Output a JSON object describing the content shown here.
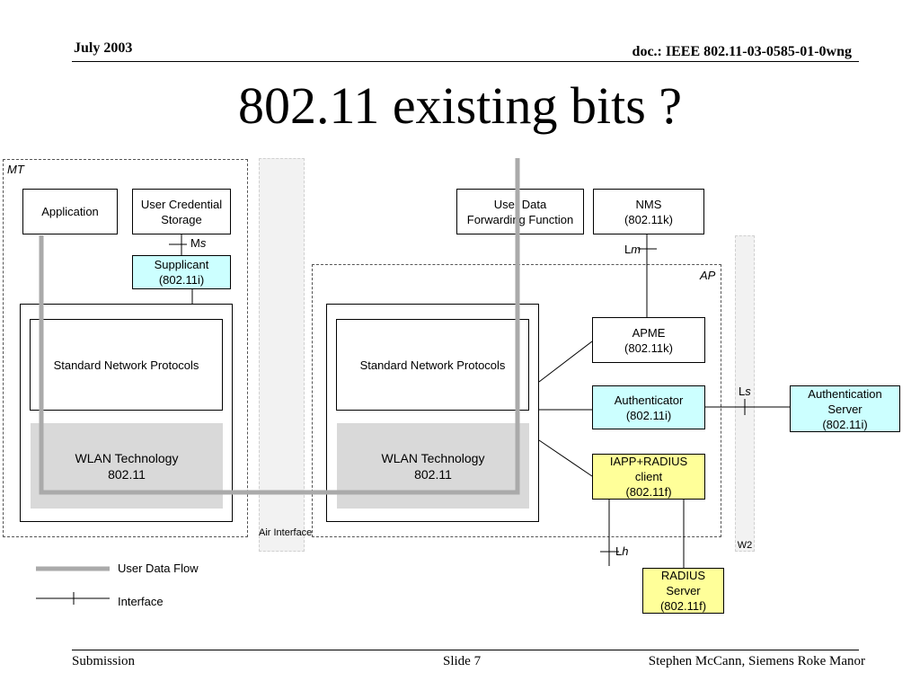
{
  "header": {
    "date": "July 2003",
    "doc": "doc.: IEEE 802.11-03-0585-01-0wng"
  },
  "title": "802.11 existing bits ?",
  "footer": {
    "left": "Submission",
    "center": "Slide 7",
    "right": "Stephen McCann, Siemens Roke Manor"
  },
  "diagram": {
    "mt_label": "MT",
    "ap_label": "AP",
    "air_interface": "Air\nInterface",
    "w2": "W2",
    "boxes": {
      "application": "Application",
      "user_credential_storage": "User Credential\nStorage",
      "supplicant": "Supplicant\n(802.11i)",
      "std_protocols_mt": "Standard Network Protocols",
      "wlan_mt": "WLAN Technology\n802.11",
      "user_data_forwarding": "User Data\nForwarding Function",
      "nms": "NMS\n(802.11k)",
      "std_protocols_ap": "Standard Network Protocols",
      "wlan_ap": "WLAN Technology\n802.11",
      "apme": "APME\n(802.11k)",
      "authenticator": "Authenticator\n(802.11i)",
      "iapp_radius": "IAPP+RADIUS\nclient\n(802.11f)",
      "auth_server": "Authentication\nServer\n(802.11i)",
      "radius_server": "RADIUS\nServer\n(802.11f)"
    },
    "interfaces": {
      "ms": {
        "base": "M",
        "sub": "s"
      },
      "lm": {
        "base": "L",
        "sub": "m"
      },
      "ls": {
        "base": "L",
        "sub": "s"
      },
      "lh": {
        "base": "L",
        "sub": "h"
      }
    },
    "legend": {
      "user_data_flow": "User Data Flow",
      "interface": "Interface"
    },
    "colors": {
      "cyan": "#ccffff",
      "yellow": "#ffff99",
      "gray": "#d9d9d9",
      "flow": "#aaaaaa"
    }
  }
}
